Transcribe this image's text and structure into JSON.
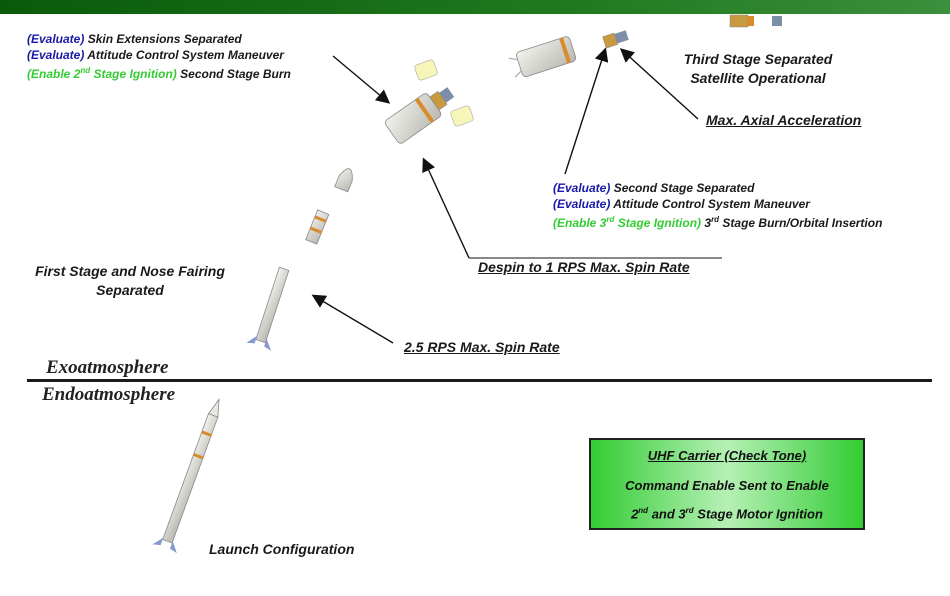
{
  "header": {
    "bar_color": "#1a6e1a"
  },
  "events_stage1": {
    "line1_tag": "(Evaluate)",
    "line1_text": "Skin Extensions Separated",
    "line2_tag": "(Evaluate)",
    "line2_text": "Attitude Control System Maneuver",
    "line3_tag_pre": "(Enable 2",
    "line3_tag_sup": "nd",
    "line3_tag_post": " Stage Ignition)",
    "line3_text": "Second Stage Burn"
  },
  "third_stage": {
    "line1": "Third Stage Separated",
    "line2": "Satellite Operational"
  },
  "max_axial": "Max. Axial Acceleration",
  "events_stage2": {
    "line1_tag": "(Evaluate)",
    "line1_text": "Second Stage Separated",
    "line2_tag": "(Evaluate)",
    "line2_text": "Attitude Control System Maneuver",
    "line3_tag_pre": "(Enable 3",
    "line3_tag_sup": "rd",
    "line3_tag_post": " Stage Ignition)",
    "line3_text_pre": "3",
    "line3_text_sup": "rd",
    "line3_text_post": " Stage Burn/Orbital Insertion"
  },
  "despin": "Despin to 1 RPS Max. Spin Rate",
  "first_stage": {
    "line1": "First Stage and Nose Fairing",
    "line2": "Separated"
  },
  "spin_rate": "2.5 RPS Max. Spin Rate",
  "regions": {
    "exo": "Exoatmosphere",
    "endo": "Endoatmosphere"
  },
  "launch": "Launch Configuration",
  "uhf_box": {
    "title": "UHF Carrier (Check Tone)",
    "line2": "Command Enable Sent to Enable",
    "line3_a": "2",
    "line3_a_sup": "nd",
    "line3_b": " and 3",
    "line3_b_sup": "rd",
    "line3_c": " Stage Motor Ignition"
  },
  "colors": {
    "evaluate": "#1a1aa8",
    "enable": "#33cc33",
    "box_green": "#33cc33"
  }
}
